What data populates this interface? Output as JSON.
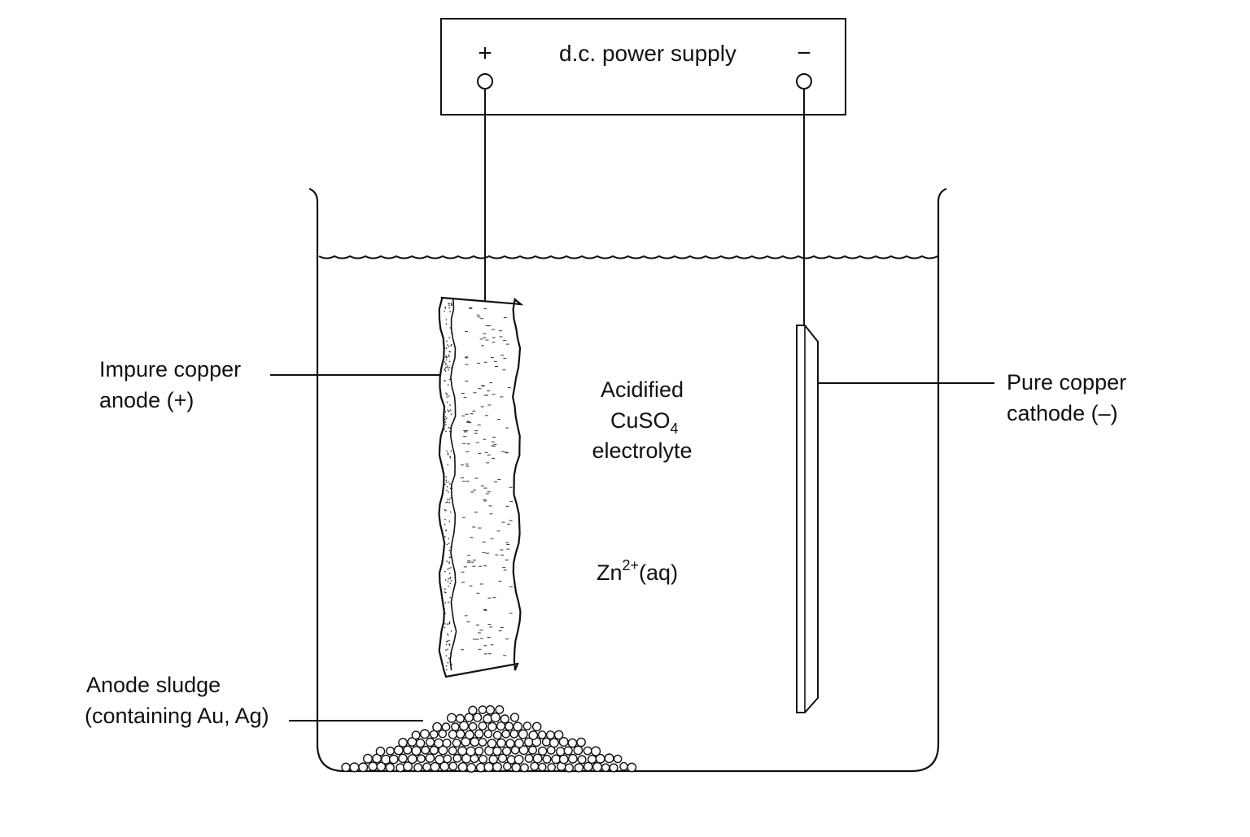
{
  "power_supply": {
    "label": "d.c. power supply",
    "positive_sign": "+",
    "negative_sign": "−"
  },
  "labels": {
    "anode_line1": "Impure copper",
    "anode_line2": "anode (+)",
    "cathode_line1": "Pure copper",
    "cathode_line2": "cathode (–)",
    "sludge_line1": "Anode sludge",
    "sludge_line2": "(containing Au, Ag)",
    "electrolyte_line1": "Acidified",
    "electrolyte_formula_main": "CuSO",
    "electrolyte_formula_sub": "4",
    "electrolyte_line3": "electrolyte",
    "ion_main": "Zn",
    "ion_sup": "2+",
    "ion_state": "(aq)"
  },
  "colors": {
    "stroke": "#111111",
    "background": "#ffffff"
  }
}
